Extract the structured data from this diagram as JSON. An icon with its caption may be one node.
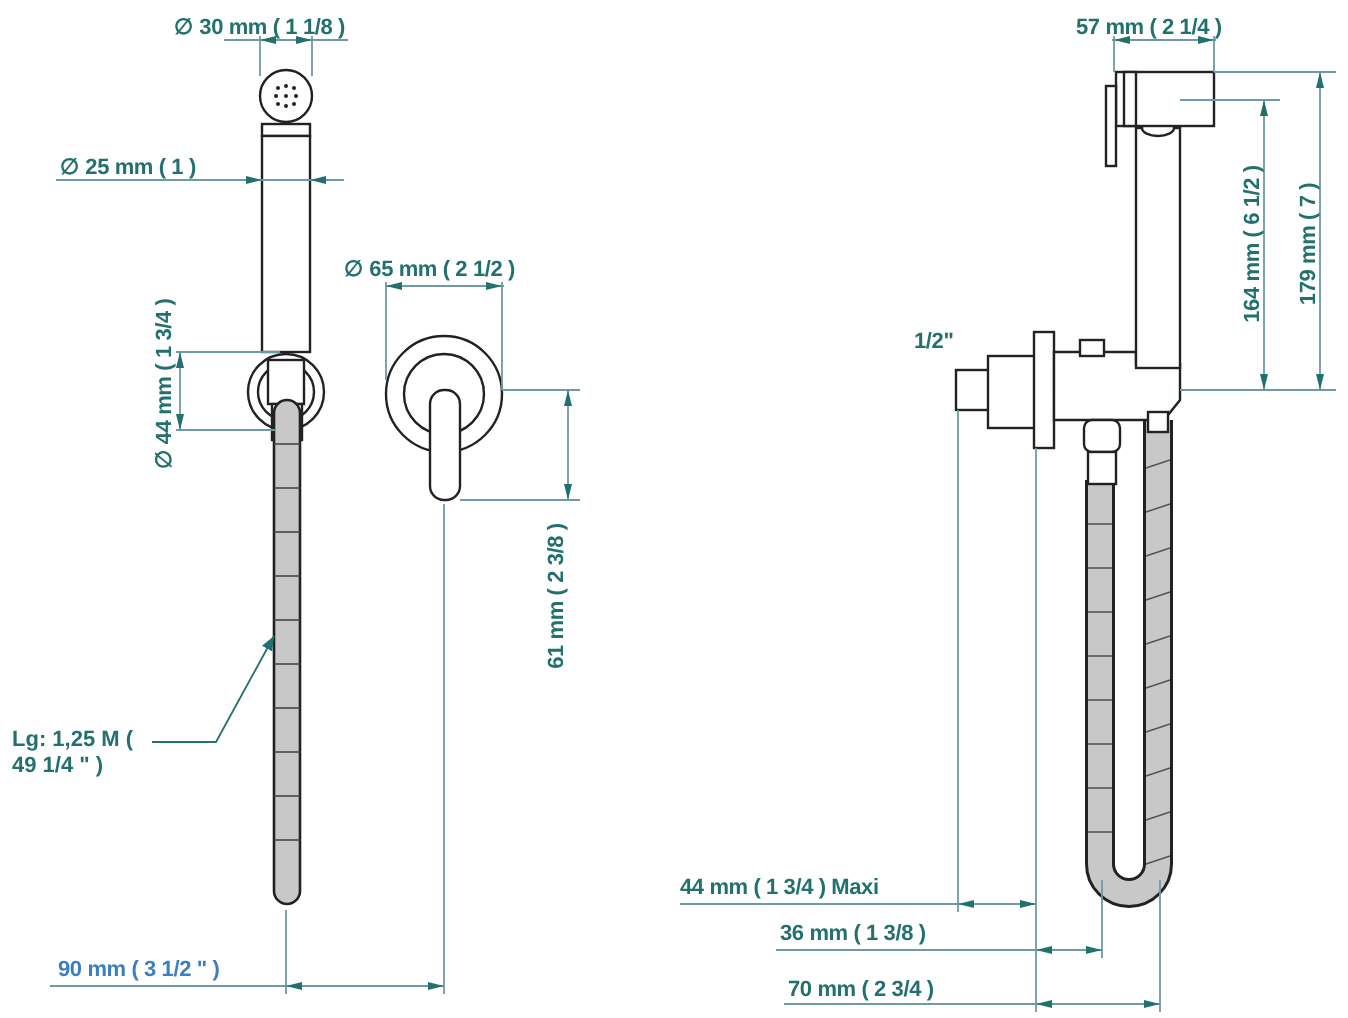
{
  "diagram": {
    "nodes": [
      {
        "text": [
          "Lg: 1,25 M ( 49 1/4 \" )"
        ]
      },
      {
        "text": [],
        "shape": "picture"
      }
    ],
    "edges": [
      {
        "from": 0,
        "to": 1,
        "arrow": "to"
      }
    ],
    "labels": [
      "∅ 30 mm ( 1 1/8 )",
      "57 mm ( 2 1/4 )",
      "∅ 25 mm ( 1 )",
      "164 mm ( 6 1/2 )",
      "179 mm ( 7 )",
      "∅ 65 mm ( 2 1/2 )",
      "∅ 44 mm ( 1 3/4 )",
      "1/2\"",
      "61 mm ( 2 3/8 )",
      "44 mm ( 1 3/4 ) Maxi",
      "36 mm ( 1 3/8 )",
      "90 mm ( 3 1/2 \" )",
      "70 mm ( 2 3/4 )"
    ]
  }
}
